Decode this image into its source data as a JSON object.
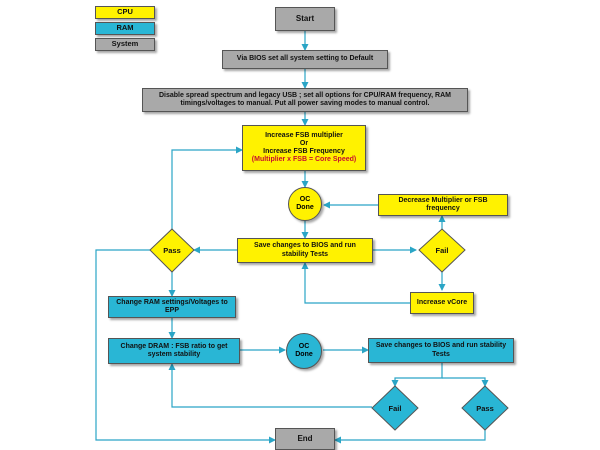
{
  "legend": {
    "cpu": "CPU",
    "ram": "RAM",
    "system": "System"
  },
  "colors": {
    "cpu": "#fff200",
    "ram": "#29b6d5",
    "system": "#a9a9a9",
    "connector": "#2aa5c6"
  },
  "nodes": {
    "start": "Start",
    "bios_default": "Via BIOS set all system setting to Default",
    "disable_spread": "Disable spread spectrum and legacy USB ; set all options for CPU/RAM frequency, RAM timings/voltages to manual. Put all power saving modes to manual control.",
    "increase_fsb_main": "Increase FSB multiplier\nOr\nIncrease FSB Frequency",
    "increase_fsb_formula": "(Multiplier x FSB = Core Speed)",
    "oc_done_cpu": "OC\nDone",
    "decrease_multiplier": "Decrease Multiplier or FSB frequency",
    "save_bios_cpu": "Save changes to BIOS and run stability Tests",
    "pass_cpu": "Pass",
    "fail_cpu": "Fail",
    "increase_vcore": "Increase vCore",
    "change_ram": "Change RAM settings/Voltages to EPP",
    "change_dram": "Change DRAM : FSB ratio to get system stability",
    "oc_done_ram": "OC\nDone",
    "save_bios_ram": "Save changes to BIOS and run stability Tests",
    "fail_ram": "Fail",
    "pass_ram": "Pass",
    "end": "End"
  }
}
